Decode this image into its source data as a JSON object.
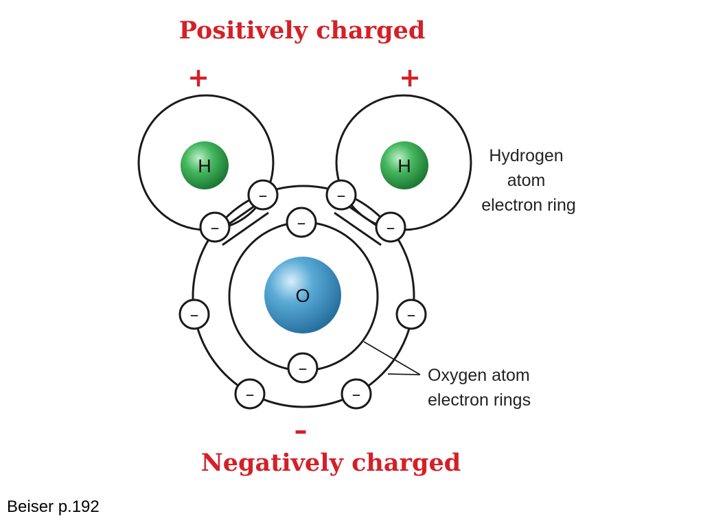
{
  "title_top": "Positively charged",
  "title_bottom": "Negatively charged",
  "sign_positive": "+",
  "sign_negative": "–",
  "electron_sign": "–",
  "hydrogen_letter": "H",
  "oxygen_letter": "O",
  "hydrogen_label": [
    "Hydrogen",
    "atom",
    "electron ring"
  ],
  "oxygen_label": [
    "Oxygen atom",
    "electron rings"
  ],
  "caption": "Beiser p.192",
  "colors": {
    "title": "#d42027",
    "hydrogen_nucleus": "#2e9e48",
    "oxygen_nucleus": "#3f93c4",
    "ring": "#1a1a1a"
  }
}
